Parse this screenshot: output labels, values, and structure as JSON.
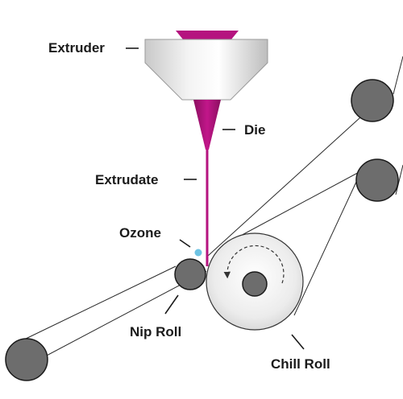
{
  "labels": {
    "extruder": "Extruder",
    "die": "Die",
    "extrudate": "Extrudate",
    "ozone": "Ozone",
    "nip_roll": "Nip Roll",
    "chill_roll": "Chill Roll"
  },
  "colors": {
    "magenta": "#b5137f",
    "ozone": "#6ec3e3",
    "roll_gray": "#6d6d6d",
    "chill_roll_fill": "#ebebeb",
    "text": "#1a1a1a"
  }
}
